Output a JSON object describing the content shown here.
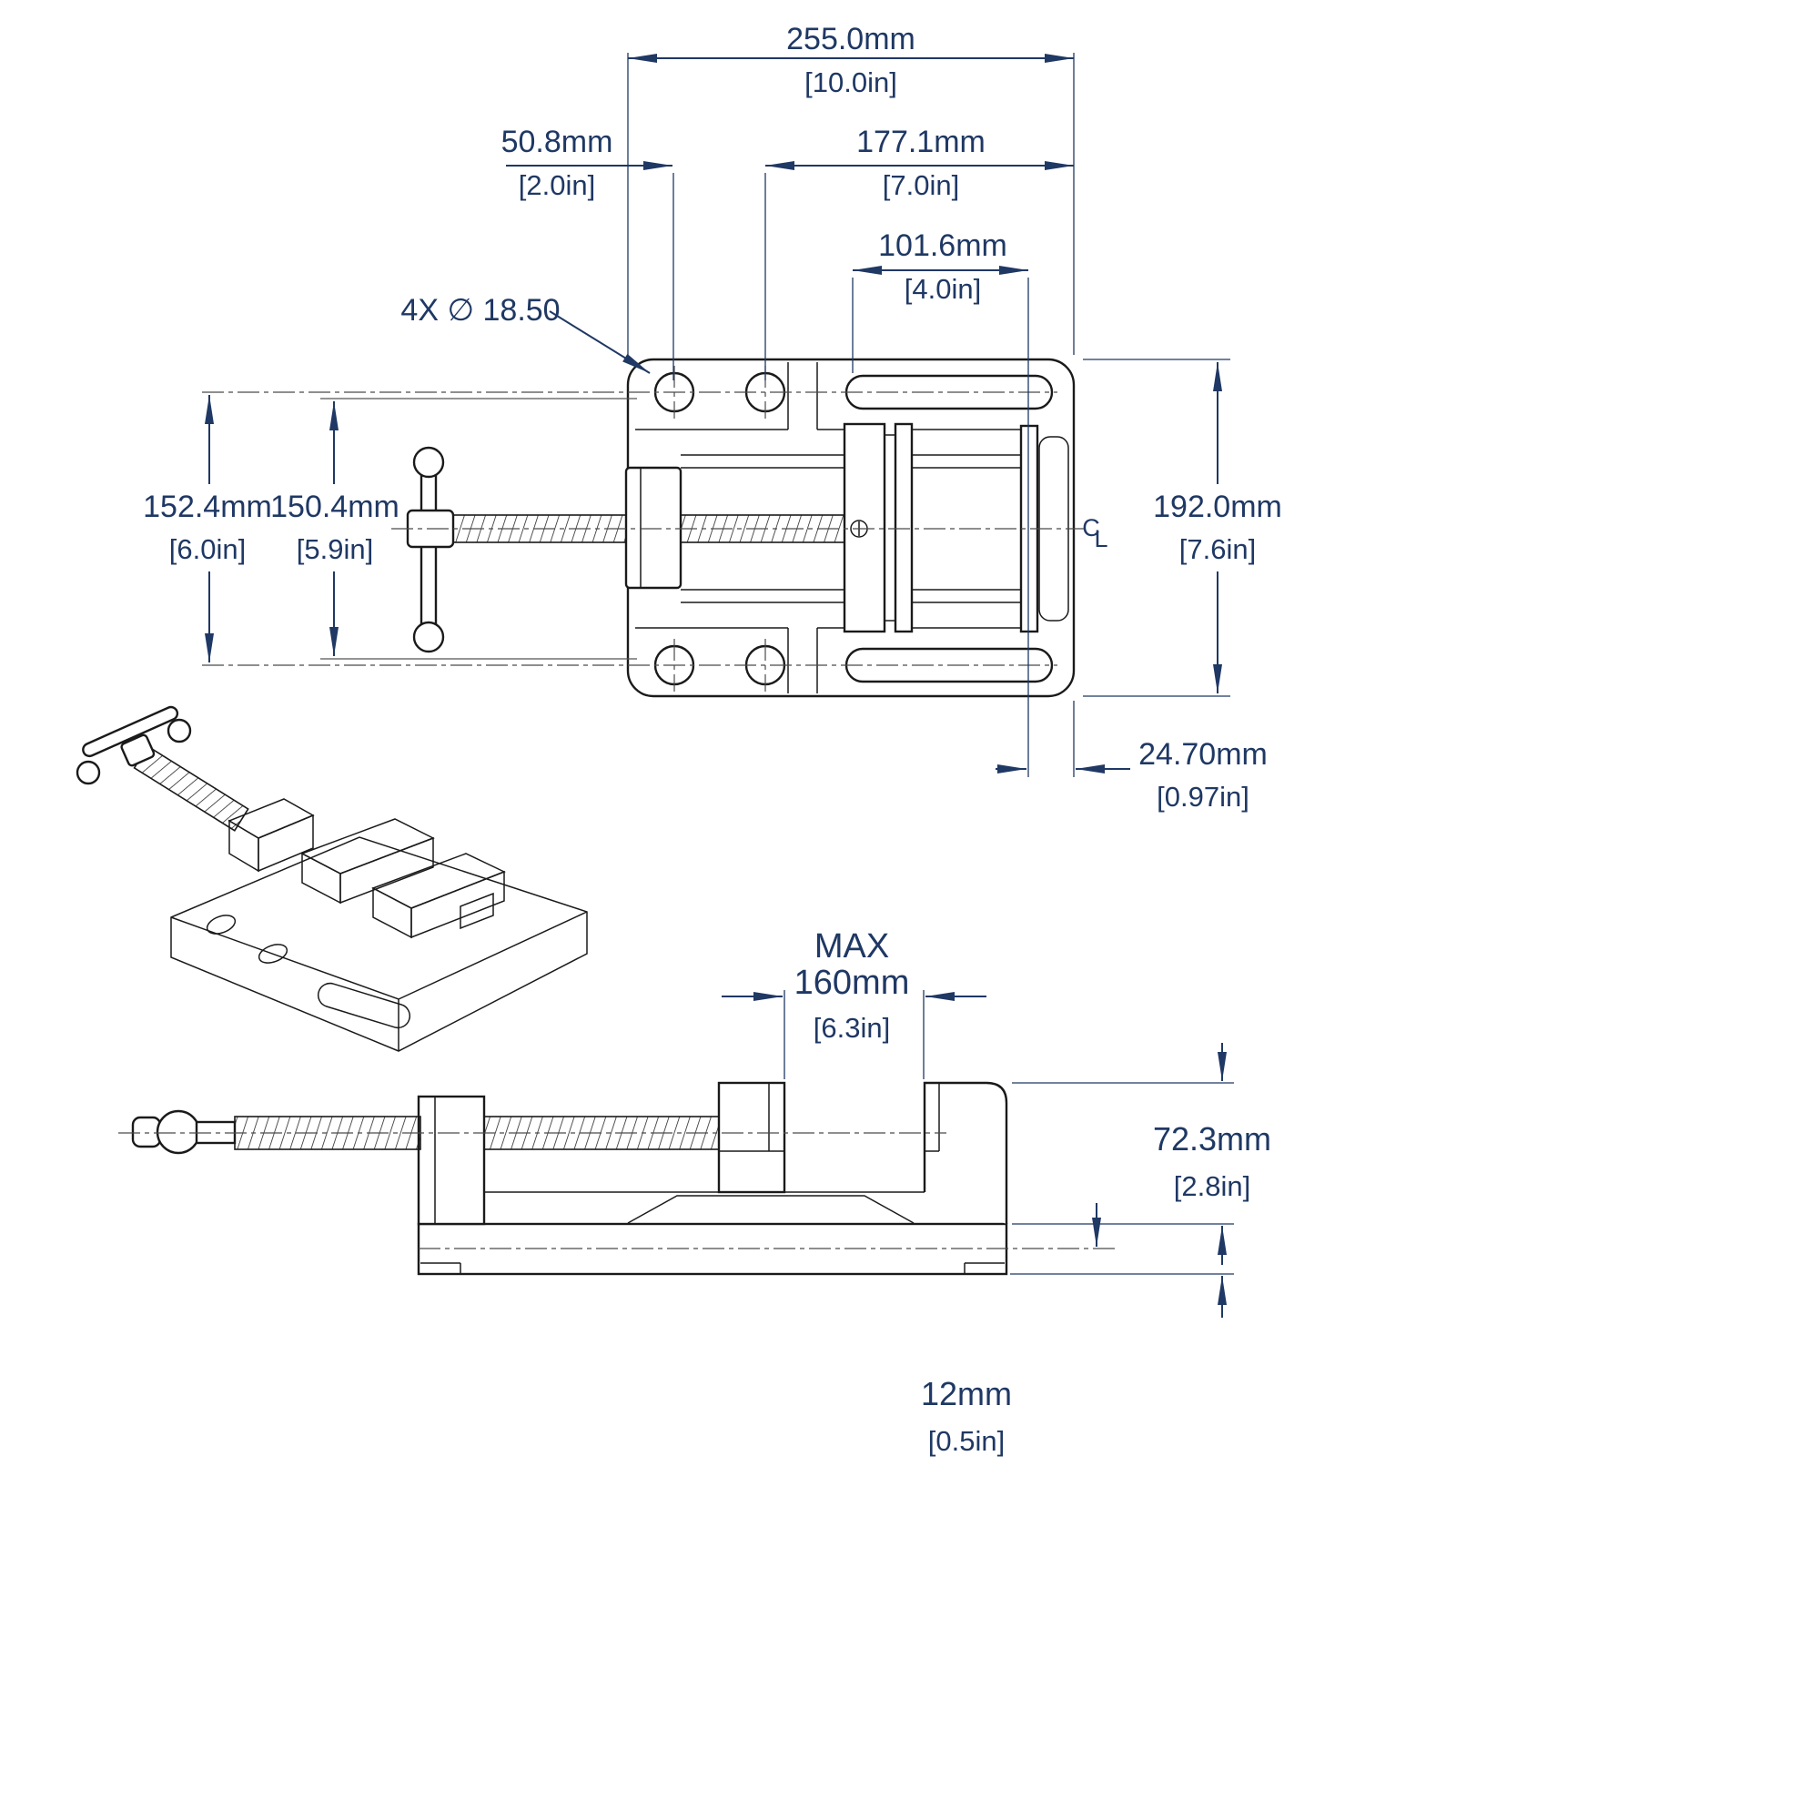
{
  "drawing": {
    "type": "engineering-drawing",
    "subject": "drill-press-vise",
    "colors": {
      "dimension": "#1F3864",
      "line": "#1a1a1a",
      "background": "#ffffff"
    }
  },
  "top_view": {
    "hole_callout": "4X ∅ 18.50",
    "centerline": {
      "c": "C",
      "l": "L"
    },
    "dims": {
      "overall_width": {
        "mm": "255.0mm",
        "in": "[10.0in]"
      },
      "edge_to_hole": {
        "mm": "50.8mm",
        "in": "[2.0in]"
      },
      "hole_to_edge": {
        "mm": "177.1mm",
        "in": "[7.0in]"
      },
      "slot_length": {
        "mm": "101.6mm",
        "in": "[4.0in]"
      },
      "bolt_rows_outer": {
        "mm": "152.4mm",
        "in": "[6.0in]"
      },
      "bolt_rows_inner": {
        "mm": "150.4mm",
        "in": "[5.9in]"
      },
      "overall_depth": {
        "mm": "192.0mm",
        "in": "[7.6in]"
      },
      "slot_to_edge": {
        "mm": "24.70mm",
        "in": "[0.97in]"
      }
    }
  },
  "side_view": {
    "dims": {
      "max_opening": {
        "label": "MAX",
        "mm": "160mm",
        "in": "[6.3in]"
      },
      "body_height": {
        "mm": "72.3mm",
        "in": "[2.8in]"
      },
      "base_thickness": {
        "mm": "12mm",
        "in": "[0.5in]"
      }
    }
  }
}
